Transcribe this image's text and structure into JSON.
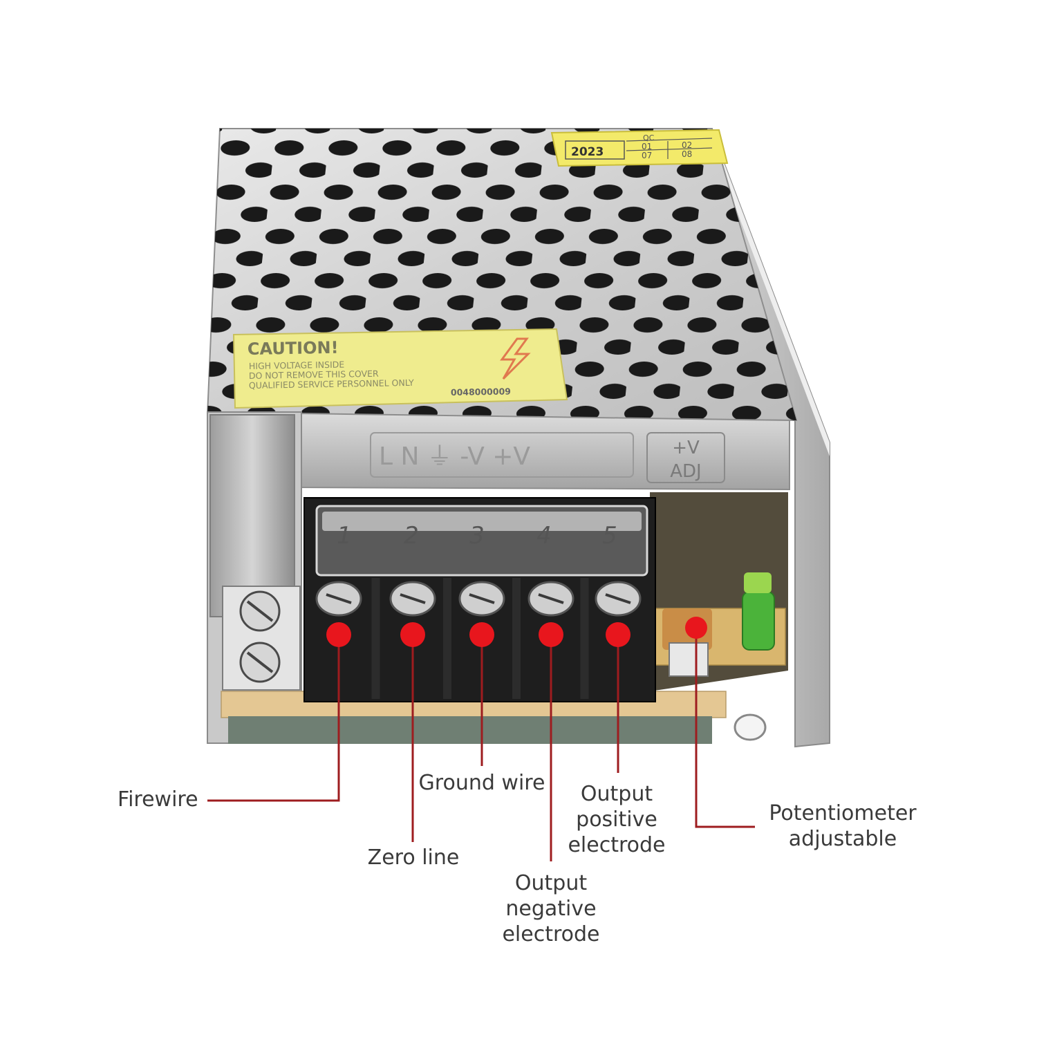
{
  "product": {
    "caution_label": {
      "title": "CAUTION!",
      "lines": [
        "HIGH VOLTAGE INSIDE",
        "DO NOT REMOVE THIS COVER",
        "QUALIFIED SERVICE PERSONNEL ONLY"
      ],
      "serial": "0048000009"
    },
    "qc_sticker": {
      "year": "2023",
      "label": "QC",
      "cells": [
        "01",
        "02",
        "07",
        "08"
      ]
    },
    "terminal_numbers": [
      "1",
      "2",
      "3",
      "4",
      "5"
    ],
    "cover_markings": {
      "terminals": "L N ⏚ -V +V",
      "adj_top": "+V",
      "adj_bottom": "ADJ"
    }
  },
  "callouts": {
    "firewire": "Firewire",
    "zero_line": "Zero line",
    "ground_wire": "Ground wire",
    "output_negative": [
      "Output",
      "negative",
      "electrode"
    ],
    "output_positive": [
      "Output",
      "positive",
      "electrode"
    ],
    "potentiometer": [
      "Potentiometer",
      "adjustable"
    ]
  },
  "colors": {
    "marker": "#e8161d",
    "leader": "#9e1c1f",
    "text": "#3a3a3a"
  }
}
